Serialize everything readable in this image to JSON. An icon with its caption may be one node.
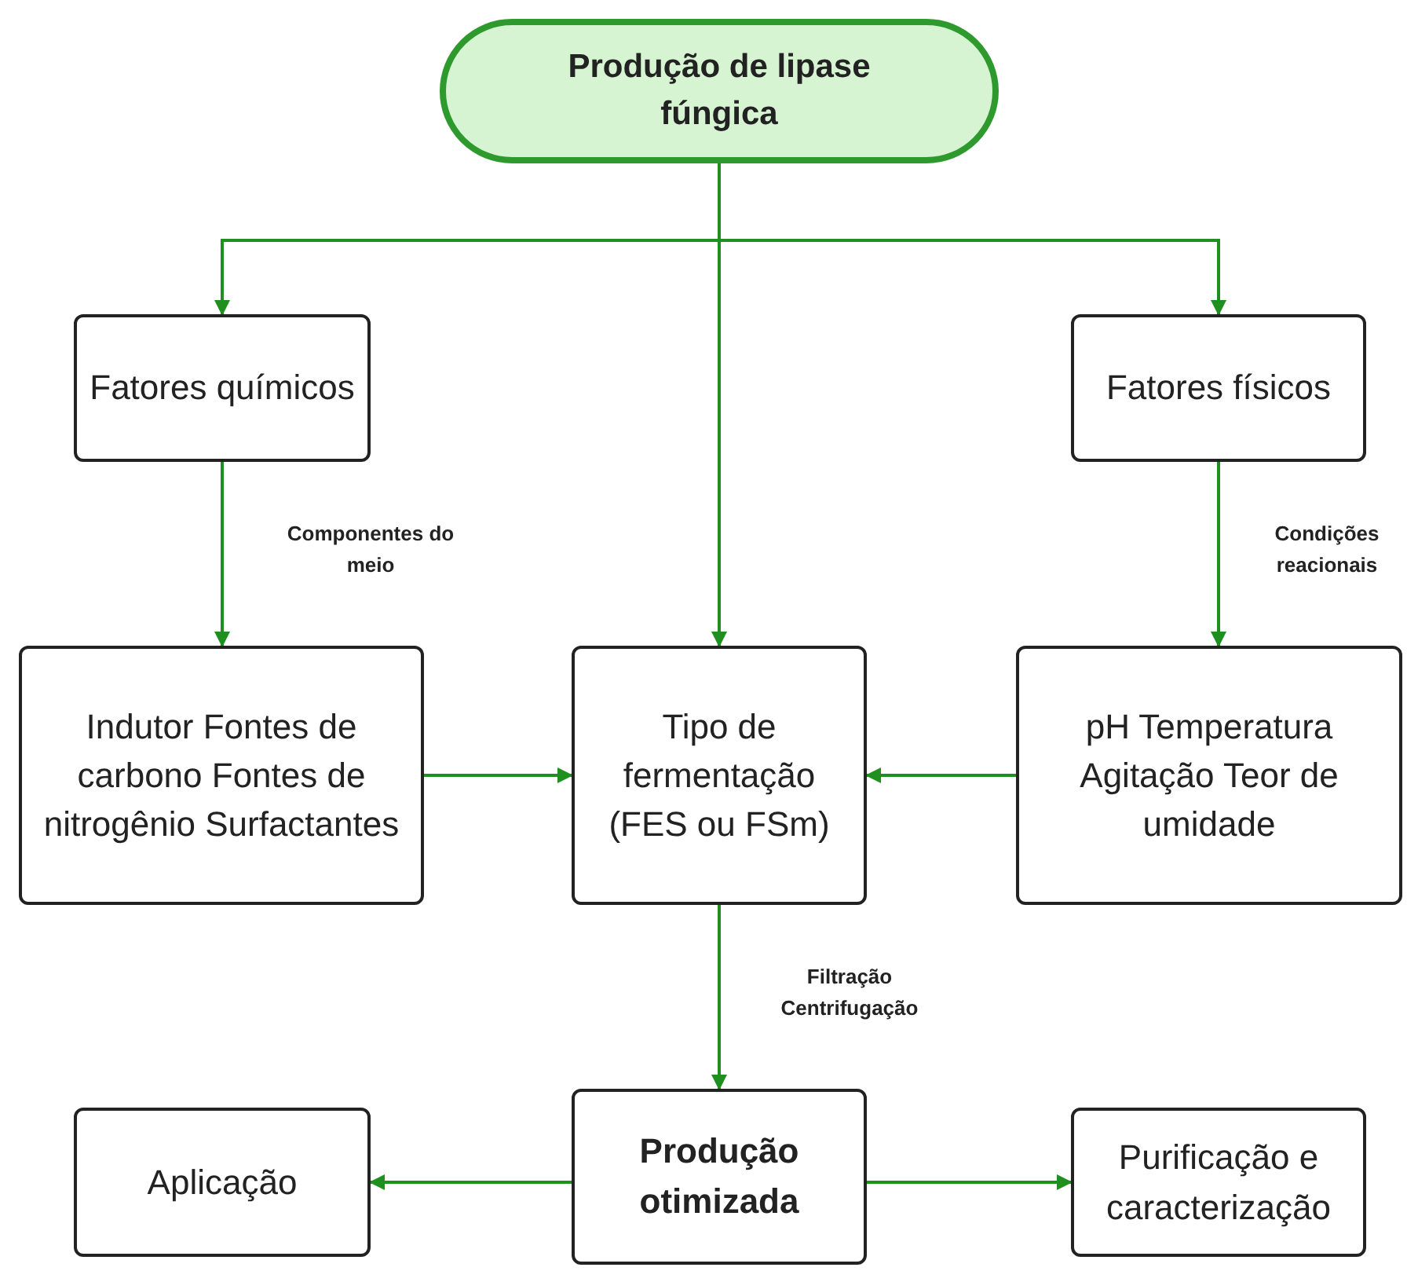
{
  "diagram": {
    "nodes": [
      {
        "text": [
          "Produção de lipase fúngica"
        ]
      },
      {
        "text": [
          "Fatores químicos"
        ]
      },
      {
        "text": [
          "Fatores físicos"
        ]
      },
      {
        "text": [
          "Indutor Fontes de carbono Fontes de nitrogênio Surfactantes"
        ]
      },
      {
        "text": [
          "Tipo de fermentação (FES ou FSm)"
        ]
      },
      {
        "text": [
          "pH Temperatura Agitação Teor de umidade"
        ]
      },
      {
        "text": [
          "Aplicação"
        ]
      },
      {
        "text": [
          "Produção otimizada"
        ]
      },
      {
        "text": [
          "Purificação e caracterização"
        ]
      }
    ],
    "edges": [
      {
        "from": 0,
        "to": 1,
        "arrow": "to"
      },
      {
        "from": 0,
        "to": 4,
        "arrow": "to"
      },
      {
        "from": 0,
        "to": 2,
        "arrow": "to"
      },
      {
        "from": 1,
        "to": 3,
        "arrow": "to",
        "label": "Componentes do meio"
      },
      {
        "from": 2,
        "to": 5,
        "arrow": "to",
        "label": "Condições reacionais"
      },
      {
        "from": 3,
        "to": 4,
        "arrow": "to"
      },
      {
        "from": 5,
        "to": 4,
        "arrow": "to"
      },
      {
        "from": 4,
        "to": 7,
        "arrow": "to",
        "label": "Filtração Centrifugação"
      },
      {
        "from": 7,
        "to": 6,
        "arrow": "to"
      },
      {
        "from": 7,
        "to": 8,
        "arrow": "to"
      }
    ]
  }
}
